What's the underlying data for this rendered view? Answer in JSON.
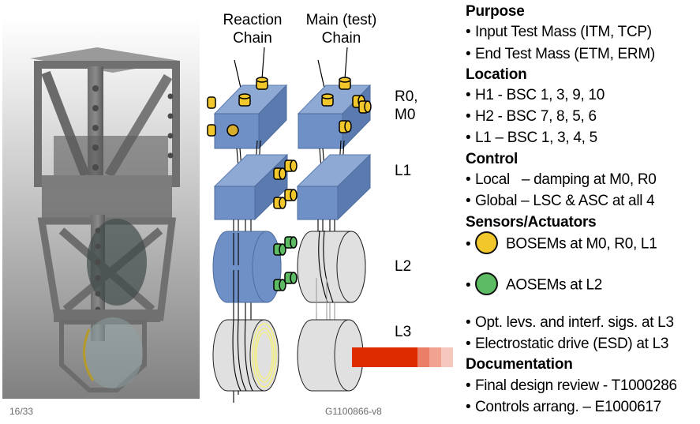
{
  "slide": {
    "page_number": "16/33",
    "document_id": "G1100866-v8"
  },
  "diagram": {
    "chain_labels": {
      "reaction": [
        "Reaction",
        "Chain"
      ],
      "main": [
        "Main (test)",
        "Chain"
      ]
    },
    "stage_labels": {
      "top": [
        "R0,",
        "M0"
      ],
      "l1": "L1",
      "l2": "L2",
      "l3": "L3"
    },
    "colors": {
      "box_face": "#6f90c6",
      "box_top": "#8ea9d4",
      "box_side": "#5b7bb0",
      "bosem": "#f2c72c",
      "aosem": "#5dbb63",
      "mass_grey": "#e0e0e0",
      "laser": "#dd2c00"
    }
  },
  "notes": {
    "sections": [
      {
        "heading": "Purpose",
        "items": [
          "Input Test Mass (ITM, TCP)",
          "End Test Mass (ETM, ERM)"
        ]
      },
      {
        "heading": "Location",
        "items": [
          "H1 - BSC 1, 3, 9, 10",
          "H2 - BSC 7, 8, 5, 6",
          "L1 – BSC 1, 3, 4, 5"
        ]
      },
      {
        "heading": "Control",
        "items": [
          "Local   – damping at M0, R0",
          "Global – LSC & ASC at all 4"
        ]
      },
      {
        "heading": "Sensors/Actuators",
        "items": [
          "BOSEMs at M0, R0, L1",
          "AOSEMs at L2"
        ]
      },
      {
        "extra_items": [
          "Opt. levs. and interf. sigs. at L3",
          "Electrostatic drive (ESD) at L3"
        ]
      },
      {
        "heading": "Documentation",
        "items": [
          "Final design review - T1000286",
          "Controls arrang. – E1000617"
        ]
      }
    ],
    "legend": {
      "bosem_color": "#f2c72c",
      "aosem_color": "#5dbb63"
    }
  }
}
